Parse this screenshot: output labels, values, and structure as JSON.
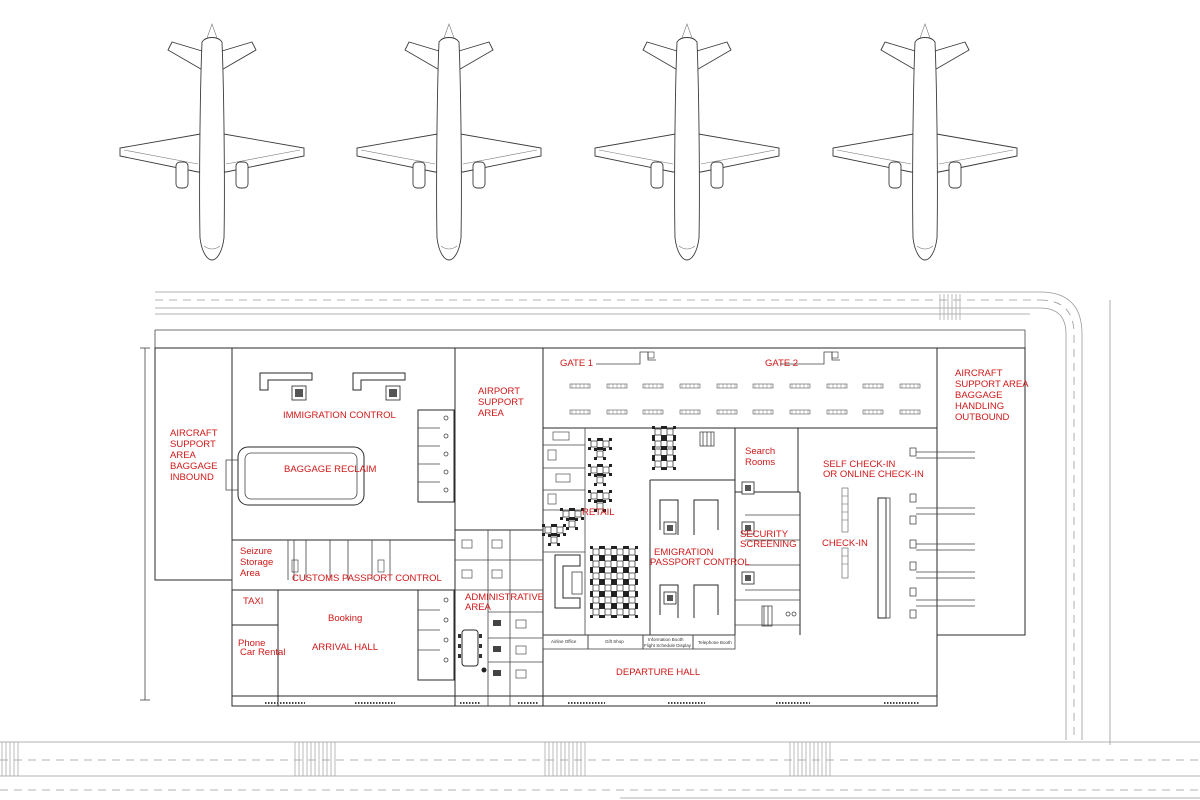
{
  "colors": {
    "label": "#d01818",
    "line": "#2a2a2a",
    "road": "#9a9a9a",
    "background": "#ffffff"
  },
  "aircraft": [
    {
      "name": "aircraft"
    },
    {
      "name": "aircraft"
    },
    {
      "name": "aircraft"
    },
    {
      "name": "aircraft"
    }
  ],
  "labels": {
    "gate1": "GATE 1",
    "gate2": "GATE 2",
    "aircraft_support_left": [
      "AIRCRAFT",
      "SUPPORT",
      "AREA",
      "BAGGAGE",
      "INBOUND"
    ],
    "aircraft_support_right": [
      "AIRCRAFT",
      "SUPPORT AREA",
      "BAGGAGE",
      "HANDLING",
      "OUTBOUND"
    ],
    "airport_support": [
      "AIRPORT",
      "SUPPORT",
      "AREA"
    ],
    "immigration": "IMMIGRATION CONTROL",
    "baggage_reclaim": "BAGGAGE RECLAIM",
    "seizure": [
      "Seizure",
      "Storage",
      "Area"
    ],
    "customs": "CUSTOMS PASSPORT CONTROL",
    "taxi": "TAXI",
    "booking": "Booking",
    "phone": "Phone",
    "car_rental": "Car Rental",
    "arrival_hall": "ARRIVAL HALL",
    "administrative": [
      "ADMINISTRATIVE",
      "AREA"
    ],
    "retail": "RETAIL",
    "emigration": [
      "EMIGRATION",
      "PASSPORT CONTROL"
    ],
    "search_rooms": [
      "Search",
      "Rooms"
    ],
    "security": [
      "SECURITY",
      "SCREENING"
    ],
    "self_checkin": [
      "SELF CHECK-IN",
      "OR ONLINE CHECK-IN"
    ],
    "checkin": "CHECK-IN",
    "departure_hall": "DEPARTURE HALL",
    "airline_office": "Airline Office",
    "gift_shop": "Gift Shop",
    "info_booth": [
      "Information Booth",
      "Flight Schedule Display"
    ],
    "telephone_booth": "Telephone Booth"
  }
}
